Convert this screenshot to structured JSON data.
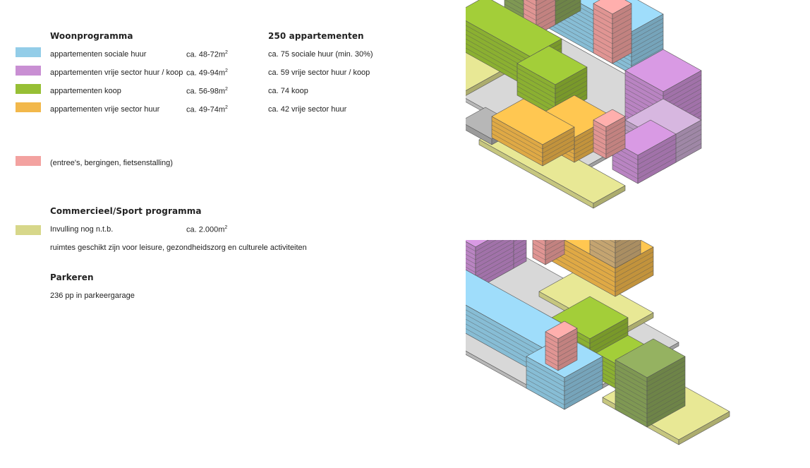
{
  "colors": {
    "sociale_huur": "#93cde8",
    "vrije_sector_huur_koop": "#c98fd3",
    "koop": "#97bf35",
    "vrije_sector_huur": "#f2b84b",
    "entree": "#f3a2a0",
    "commercieel": "#d7d78a"
  },
  "woonprogramma": {
    "title": "Woonprogramma",
    "summary_title": "250 appartementen",
    "rows": [
      {
        "label": "appartementen sociale huur",
        "area": "ca. 48-72m",
        "count": "ca. 75 sociale huur (min. 30%)"
      },
      {
        "label": "appartementen vrije sector huur / koop",
        "area": "ca. 49-94m",
        "count": "ca. 59 vrije sector huur / koop"
      },
      {
        "label": "appartementen koop",
        "area": "ca. 56-98m",
        "count": "ca. 74 koop"
      },
      {
        "label": "appartementen vrije sector huur",
        "area": "ca. 49-74m",
        "count": "ca. 42 vrije sector huur"
      }
    ],
    "area_unit_sup": "2",
    "entree_label": "(entree's, bergingen, fietsenstalling)"
  },
  "commercieel": {
    "title": "Commercieel/Sport programma",
    "label": "Invulling nog n.t.b.",
    "area": "ca. 2.000m",
    "area_sup": "2",
    "note": "ruimtes geschikt zijn voor leisure, gezondheidszorg en culturele activiteiten"
  },
  "parkeren": {
    "title": "Parkeren",
    "note": "236 pp in parkeergarage"
  }
}
